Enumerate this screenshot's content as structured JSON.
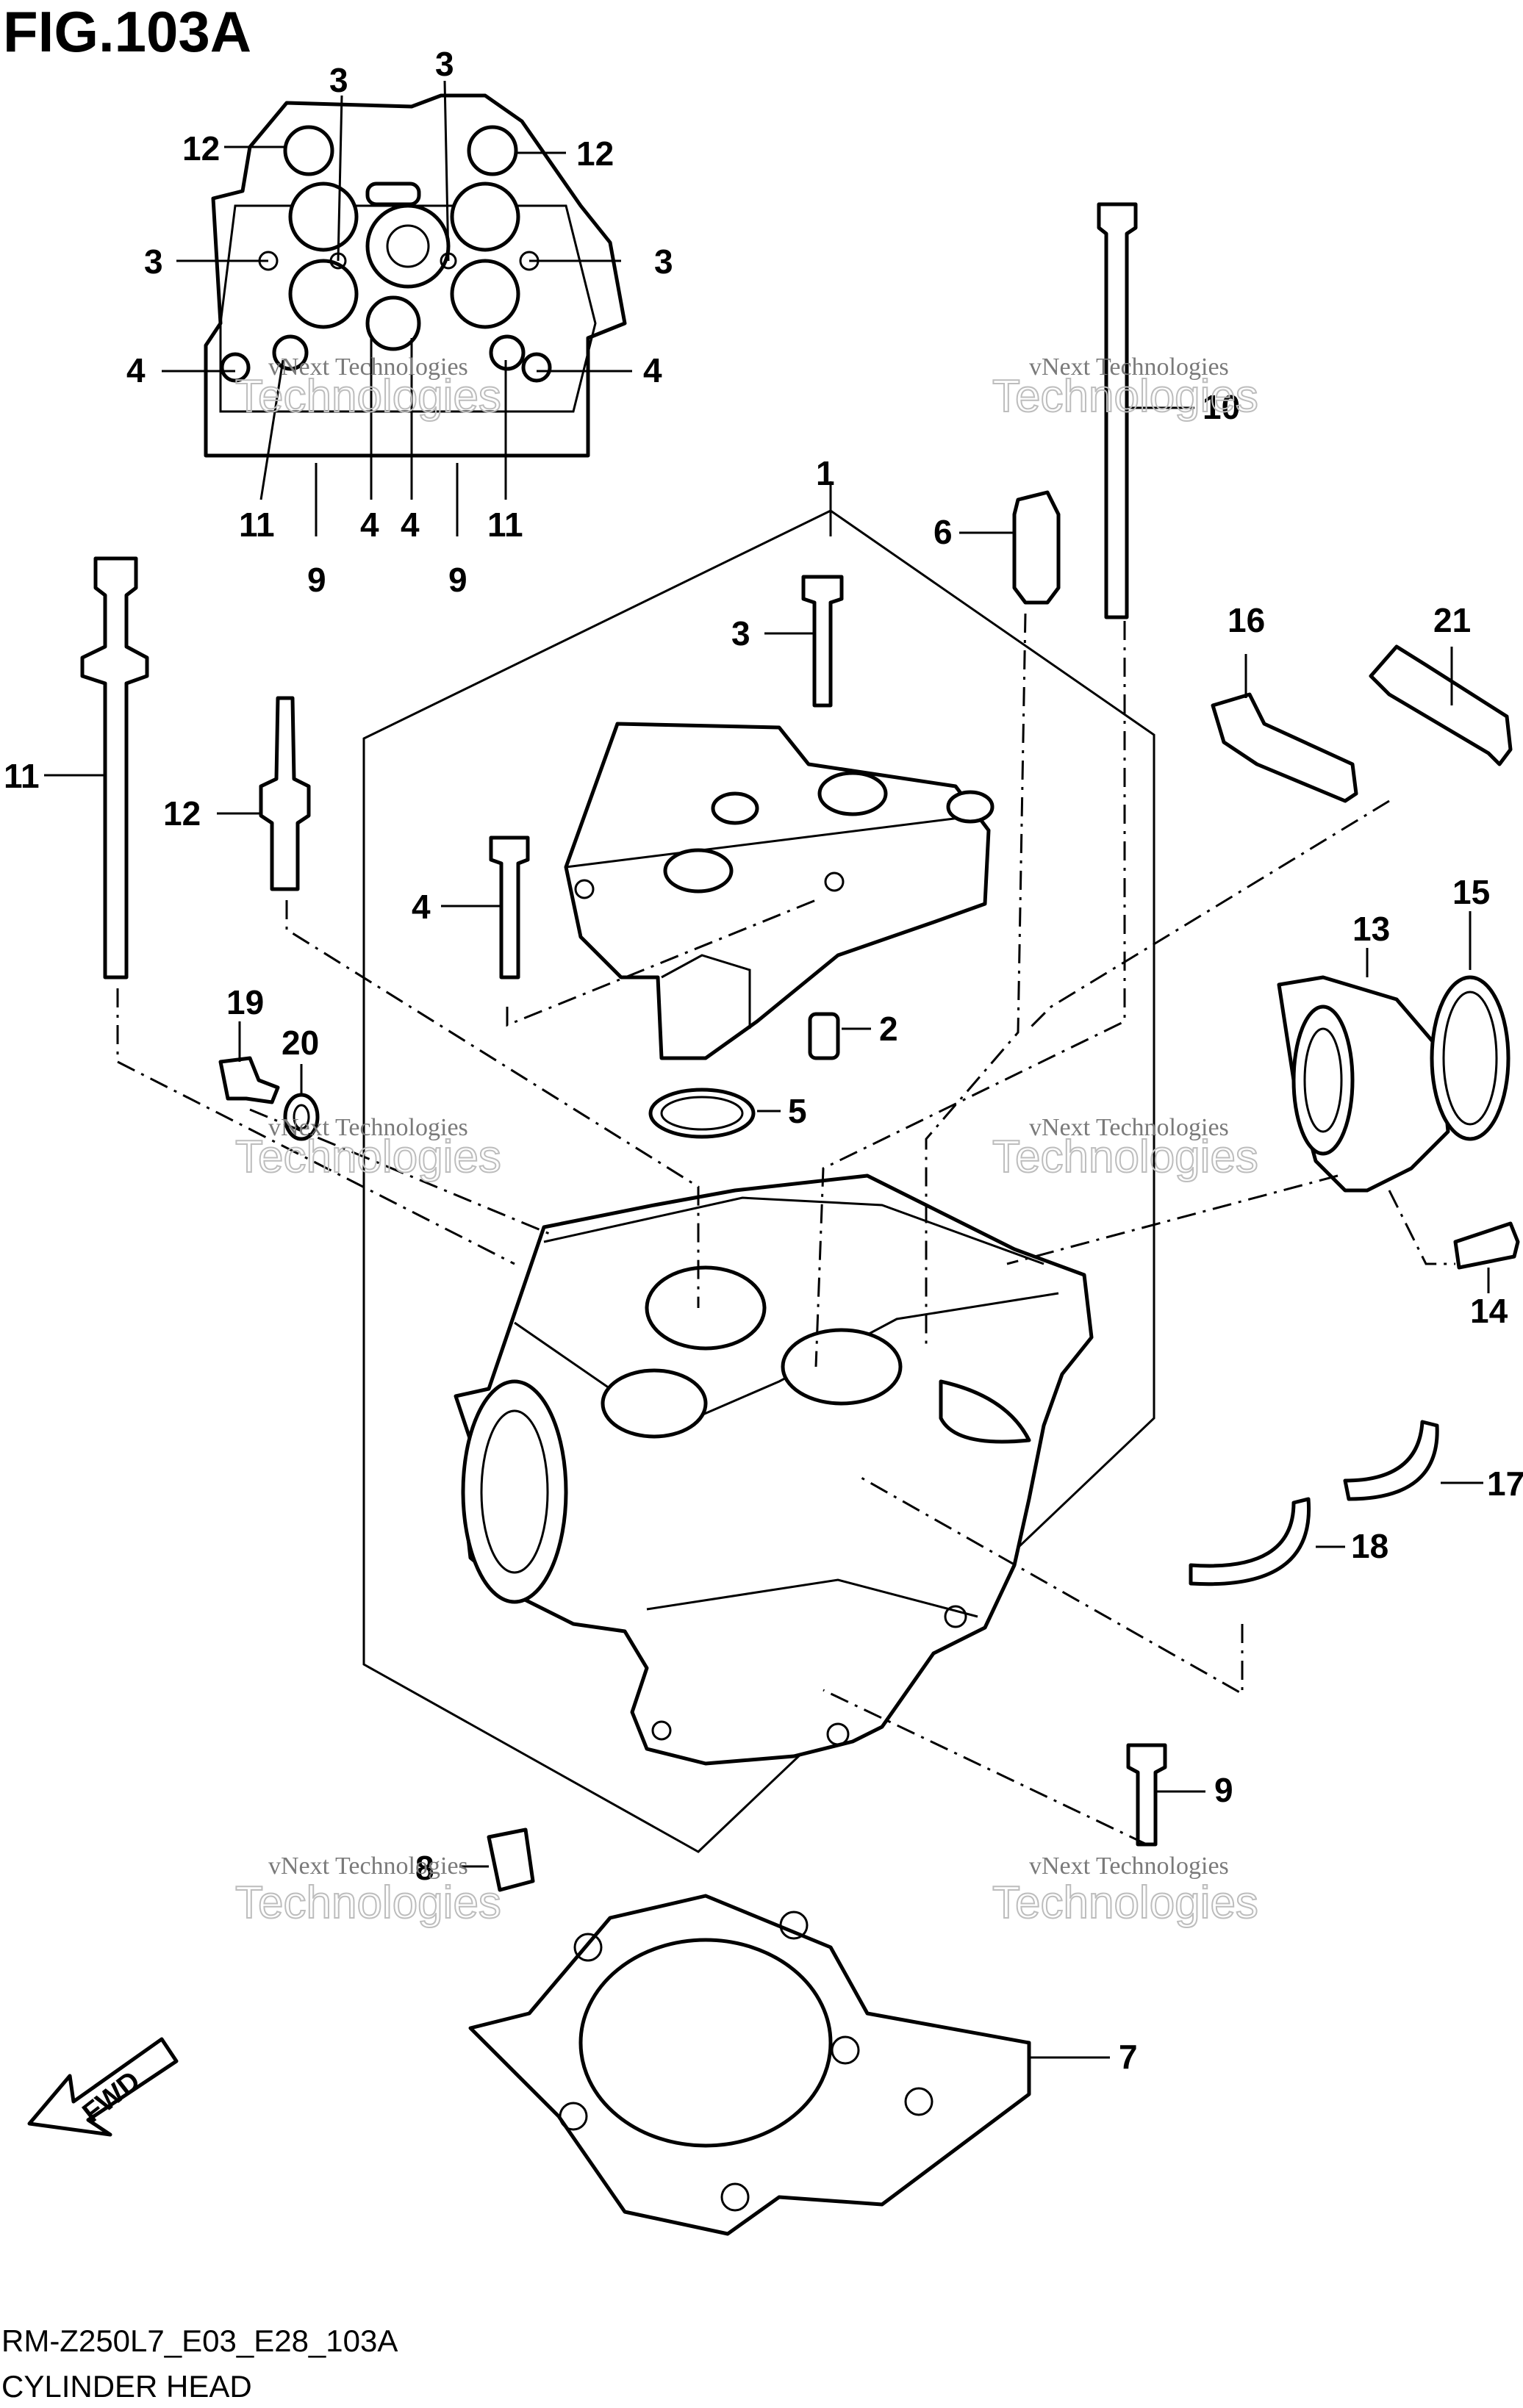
{
  "figure": {
    "title": "FIG.103A"
  },
  "footer": {
    "code": "RM-Z250L7_E03_E28_103A",
    "name": "CYLINDER HEAD"
  },
  "watermark": {
    "line1": "vNext Technologies",
    "line2": "Technologies"
  },
  "fwd_label": "FWD",
  "callouts": {
    "c1": "1",
    "c2": "2",
    "c3": "3",
    "c4": "4",
    "c5": "5",
    "c6": "6",
    "c7": "7",
    "c8": "8",
    "c9": "9",
    "c10": "10",
    "c11": "11",
    "c12": "12",
    "c13": "13",
    "c14": "14",
    "c15": "15",
    "c16": "16",
    "c17": "17",
    "c18": "18",
    "c19": "19",
    "c20": "20",
    "c21": "21"
  }
}
